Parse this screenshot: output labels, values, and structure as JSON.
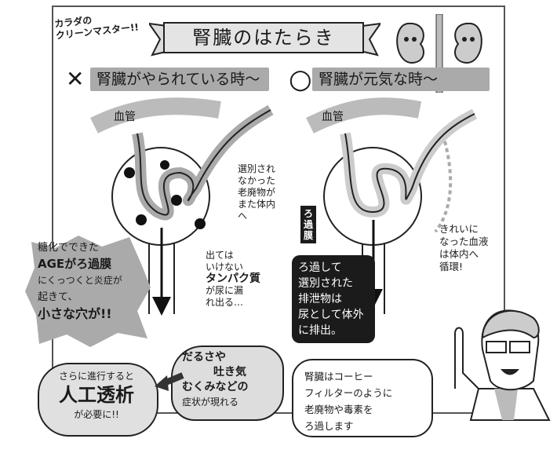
{
  "tagline": [
    "カラダの",
    "クリーンマスター!!"
  ],
  "title": "腎臓のはたらき",
  "bad": {
    "mark": "✕",
    "heading": "腎臓がやられている時～",
    "vessel": "血管",
    "waste_note": [
      "選別され",
      "なかった",
      "老廃物が",
      "また体内",
      "へ"
    ],
    "protein_note": [
      "出ては",
      "いけない",
      "タンパク質",
      "が尿に漏",
      "れ出る…"
    ],
    "age_bubble": [
      "糖化でできた",
      "AGEがろ過膜",
      "にくっつくと炎症が",
      "起きて、",
      "小さな穴が!!"
    ],
    "symptom_bubble": [
      "だるさや",
      "吐き気",
      "むくみなどの",
      "症状が現れる"
    ],
    "dialysis_bubble": [
      "さらに進行すると",
      "人工透析",
      "が必要に!!"
    ]
  },
  "good": {
    "mark": "○",
    "heading": "腎臓が元気な時～",
    "vessel": "血管",
    "membrane_label": "ろ過膜",
    "filtered_note": [
      "ろ過して",
      "選別された",
      "排泄物は",
      "尿として体外",
      "に排出。"
    ],
    "clean_note": [
      "きれいに",
      "なった血液",
      "は体内へ",
      "循環!"
    ]
  },
  "doctor_speech": [
    "腎臓はコーヒー",
    "フィルターのように",
    "老廃物や毒素を",
    "ろ過します"
  ],
  "colors": {
    "gray": "#aaaaaa",
    "light_gray": "#d9d9d9",
    "ink": "#1a1a1a"
  }
}
